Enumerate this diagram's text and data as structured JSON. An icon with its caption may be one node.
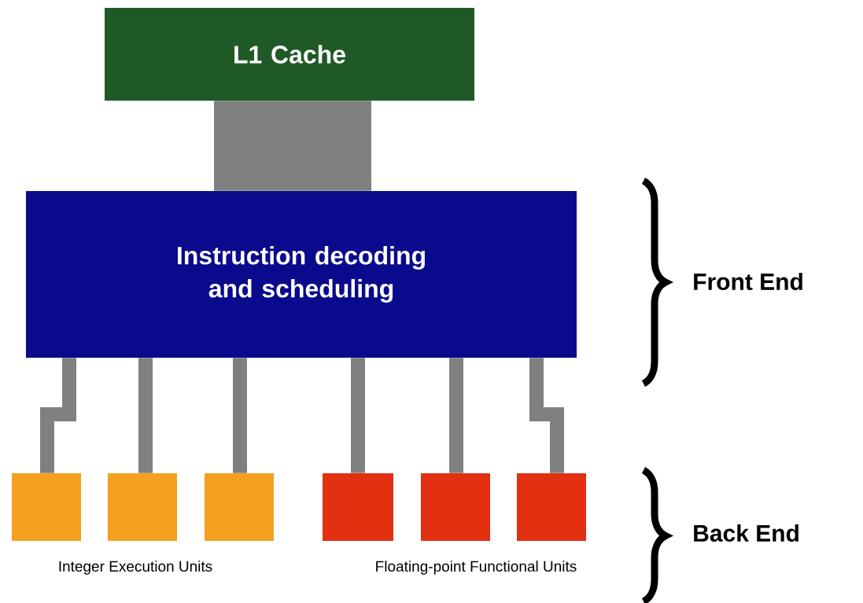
{
  "diagram": {
    "nodes": [
      {
        "text": [
          "L1 Cache"
        ]
      },
      {
        "text": [
          "Instruction decoding and scheduling"
        ]
      },
      {
        "text": [],
        "shape": "box"
      },
      {
        "text": [],
        "shape": "box"
      },
      {
        "text": [],
        "shape": "box"
      },
      {
        "text": [],
        "shape": "box"
      },
      {
        "text": [],
        "shape": "box"
      },
      {
        "text": [],
        "shape": "box"
      }
    ],
    "edges": [
      {
        "from": 0,
        "to": 1,
        "arrow": "none",
        "style": "thick"
      },
      {
        "from": 1,
        "to": 2,
        "arrow": "none"
      },
      {
        "from": 1,
        "to": 3,
        "arrow": "none"
      },
      {
        "from": 1,
        "to": 4,
        "arrow": "none"
      },
      {
        "from": 1,
        "to": 5,
        "arrow": "none"
      },
      {
        "from": 1,
        "to": 6,
        "arrow": "none"
      },
      {
        "from": 1,
        "to": 7,
        "arrow": "none"
      }
    ],
    "labels": [
      "Front End",
      "Integer Execution Units",
      "Floating-point Functional Units",
      "Back End"
    ]
  }
}
